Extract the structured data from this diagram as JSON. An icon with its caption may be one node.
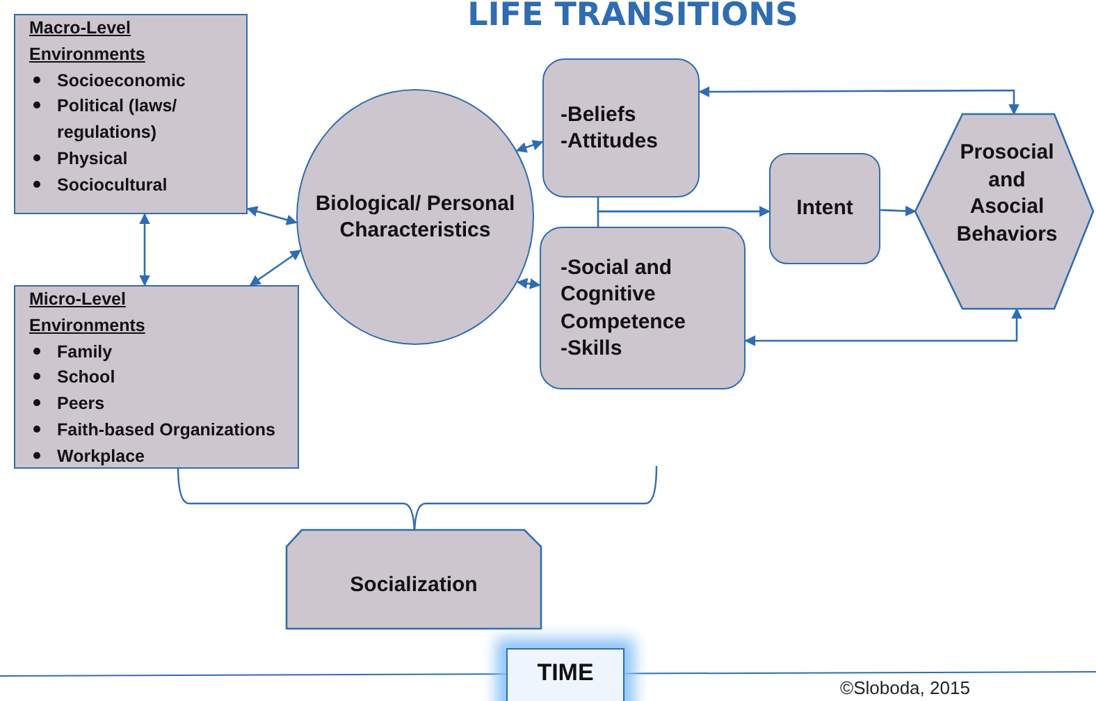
{
  "diagram": {
    "title": "LIFE TRANSITIONS",
    "nodes": [
      {
        "text": [
          "Macro-Level Environments",
          "Socioeconomic",
          "Political (laws/ regulations)",
          "Physical",
          "Sociocultural"
        ]
      },
      {
        "text": [
          "Micro-Level Environments",
          "Family",
          "School",
          "Peers",
          "Faith-based Organizations",
          "Workplace"
        ]
      },
      {
        "text": [
          "Biological/ Personal Characteristics"
        ]
      },
      {
        "text": [
          "-Beliefs",
          "-Attitudes"
        ]
      },
      {
        "text": [
          "-Social and Cognitive Competence",
          "-Skills"
        ]
      },
      {
        "text": [
          "Intent"
        ]
      },
      {
        "text": [
          "Prosocial and Asocial Behaviors"
        ]
      },
      {
        "text": [
          "Socialization"
        ]
      },
      {
        "text": [
          "TIME"
        ]
      }
    ],
    "edges": [
      {
        "from": 0,
        "to": 2,
        "arrow": "both"
      },
      {
        "from": 1,
        "to": 2,
        "arrow": "both"
      },
      {
        "from": 0,
        "to": 1,
        "arrow": "both"
      },
      {
        "from": 2,
        "to": 3,
        "arrow": "both"
      },
      {
        "from": 2,
        "to": 4,
        "arrow": "both"
      },
      {
        "from": 3,
        "to": 5,
        "arrow": "to"
      },
      {
        "from": 4,
        "to": 5,
        "arrow": "to"
      },
      {
        "from": 5,
        "to": 6,
        "arrow": "to"
      },
      {
        "from": 6,
        "to": 3,
        "arrow": "both"
      },
      {
        "from": 6,
        "to": 4,
        "arrow": "both"
      }
    ],
    "labels": [
      "©Sloboda, 2015"
    ]
  }
}
